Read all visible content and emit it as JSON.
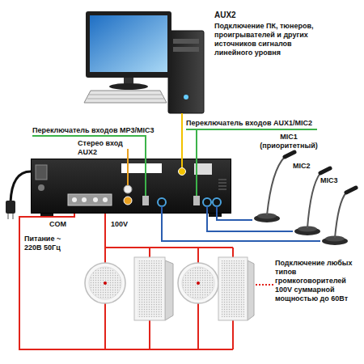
{
  "diagram": {
    "nodes": [
      {
        "text": [
          "AUX2",
          "Подключение ПК, тюнеров, проигрывателей и других источников сигналов линейного уровня"
        ]
      },
      {
        "text": [
          "COM",
          "100V"
        ]
      },
      {
        "text": [
          "MIC1 (приоритетный)"
        ]
      },
      {
        "text": [
          "MIC2"
        ]
      },
      {
        "text": [
          "MIC3"
        ]
      }
    ],
    "edges": [
      {
        "from": 0,
        "to": 1,
        "arrow": "none"
      },
      {
        "from": 1,
        "to": 2,
        "arrow": "none"
      },
      {
        "from": 1,
        "to": 3,
        "arrow": "none"
      },
      {
        "from": 1,
        "to": 4,
        "arrow": "none"
      }
    ],
    "labels": [
      "Переключатель входов MP3/MIC3",
      "Переключатель входов AUX1/MIC2",
      "Стерео вход AUX2",
      "Питание ~ 220В 50Гц",
      "Подключение любых типов громкоговорителей 100V суммарной мощностью до 60Вт"
    ]
  }
}
